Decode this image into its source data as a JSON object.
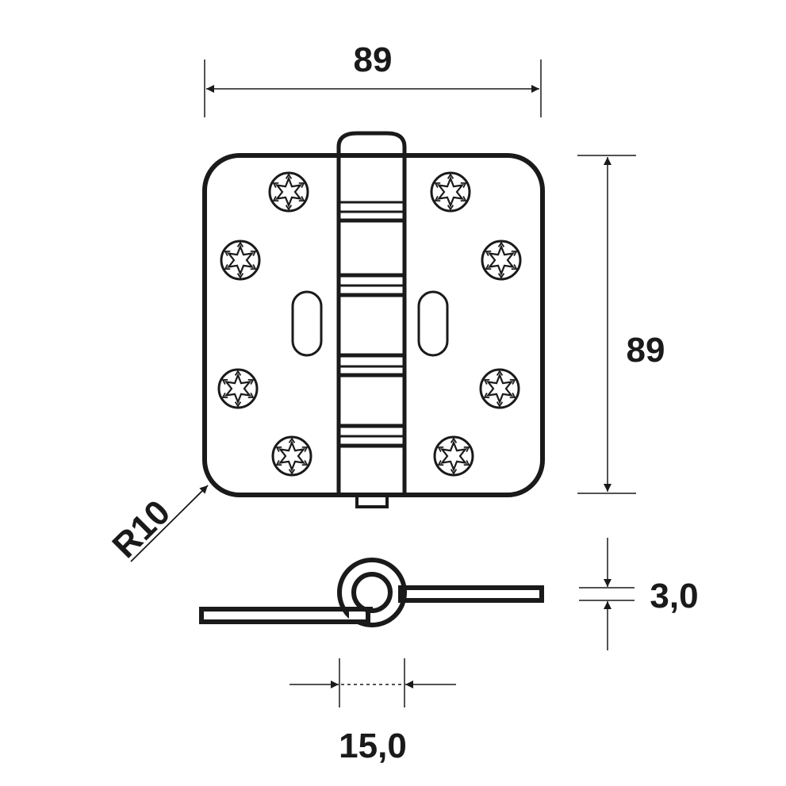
{
  "title": "Hinge technical drawing",
  "dimensions": {
    "width": "89",
    "height": "89",
    "corner_radius": "R10",
    "thickness": "3,0",
    "knuckle_diameter": "15,0"
  },
  "screw_holes_count": 8,
  "slots_count": 2,
  "colors": {
    "line": "#1a1a1a",
    "background": "#ffffff"
  }
}
